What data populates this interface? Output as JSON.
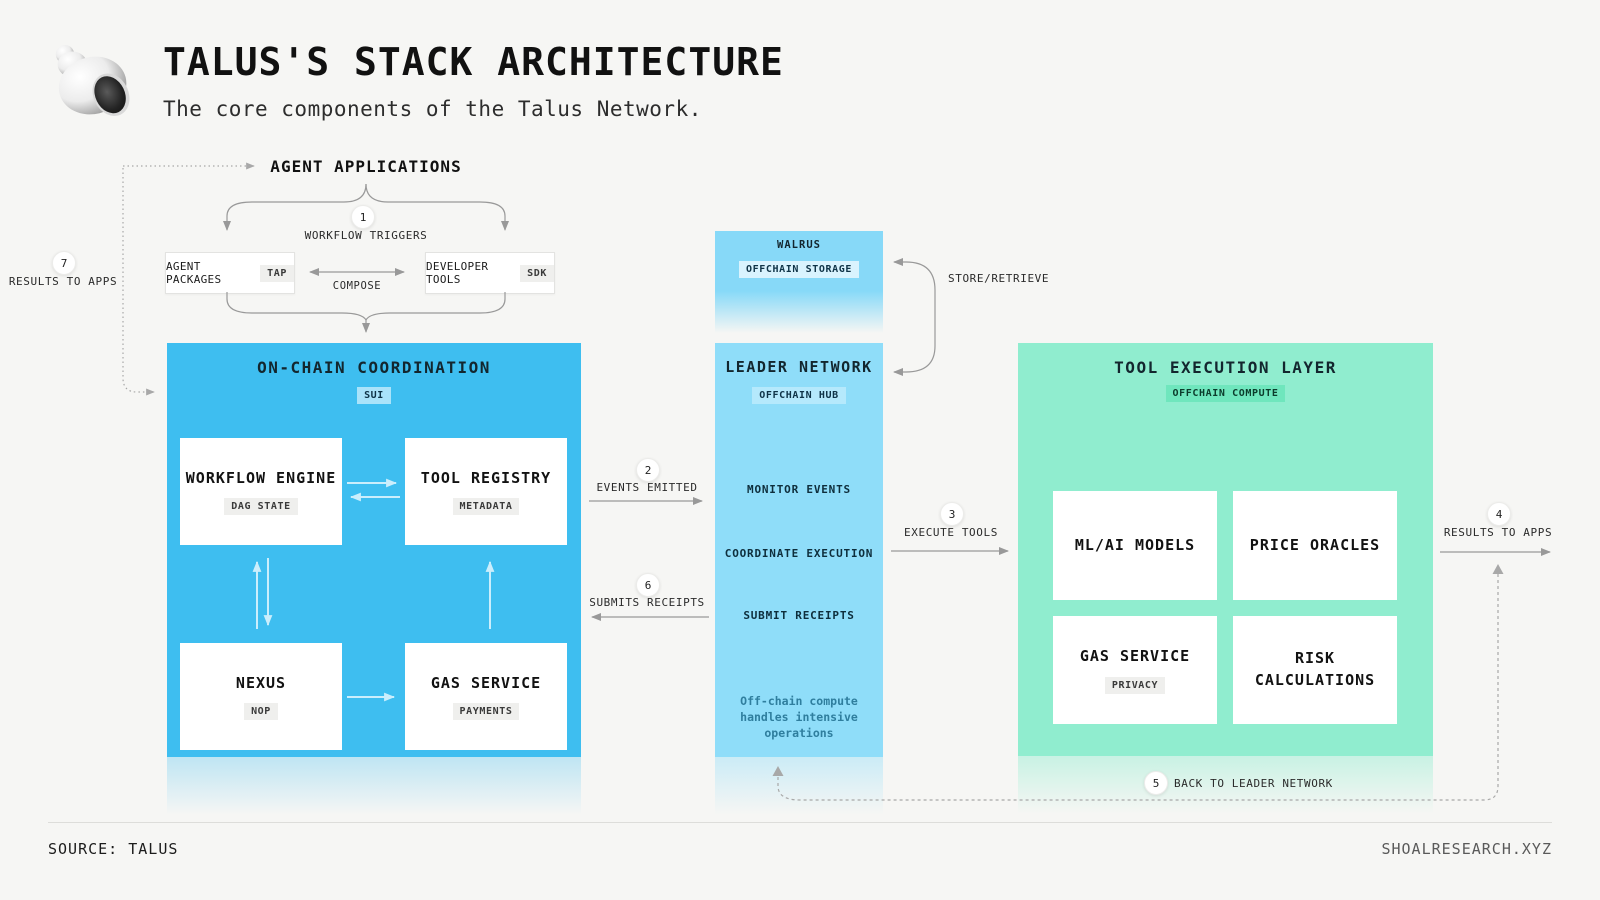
{
  "header": {
    "title": "TALUS'S STACK ARCHITECTURE",
    "subtitle": "The core components of the Talus Network."
  },
  "agent_flow": {
    "title": "AGENT APPLICATIONS",
    "packages": {
      "label": "AGENT PACKAGES",
      "badge": "TAP"
    },
    "dev_tools": {
      "label": "DEVELOPER TOOLS",
      "badge": "SDK"
    },
    "compose_label": "COMPOSE"
  },
  "onchain": {
    "title": "ON-CHAIN COORDINATION",
    "badge": "SUI",
    "workflow_engine": {
      "title": "WORKFLOW ENGINE",
      "badge": "DAG STATE"
    },
    "tool_registry": {
      "title": "TOOL REGISTRY",
      "badge": "METADATA"
    },
    "nexus": {
      "title": "NEXUS",
      "badge": "NOP"
    },
    "gas_service": {
      "title": "GAS SERVICE",
      "badge": "PAYMENTS"
    }
  },
  "walrus": {
    "title": "WALRUS",
    "badge": "OFFCHAIN STORAGE"
  },
  "leader": {
    "title": "LEADER NETWORK",
    "badge": "OFFCHAIN HUB",
    "items": [
      "MONITOR EVENTS",
      "COORDINATE EXECUTION",
      "SUBMIT RECEIPTS"
    ],
    "note_lines": [
      "Off-chain compute",
      "handles intensive",
      "operations"
    ]
  },
  "tool_layer": {
    "title": "TOOL EXECUTION LAYER",
    "badge": "OFFCHAIN COMPUTE",
    "boxes": [
      {
        "title": "ML/AI MODELS"
      },
      {
        "title": "PRICE ORACLES"
      },
      {
        "title": "GAS SERVICE",
        "badge": "PRIVACY"
      },
      {
        "title": "RISK CALCULATIONS"
      }
    ]
  },
  "connectors": {
    "store_retrieve": "STORE/RETRIEVE",
    "steps": [
      {
        "num": "1",
        "label": "WORKFLOW TRIGGERS"
      },
      {
        "num": "2",
        "label": "EVENTS EMITTED"
      },
      {
        "num": "3",
        "label": "EXECUTE TOOLS"
      },
      {
        "num": "4",
        "label": "RESULTS TO APPS"
      },
      {
        "num": "5",
        "label": "BACK TO LEADER NETWORK"
      },
      {
        "num": "6",
        "label": "SUBMITS RECEIPTS"
      },
      {
        "num": "7",
        "label": "RESULTS TO APPS"
      }
    ]
  },
  "footer": {
    "source": "SOURCE: TALUS",
    "site": "SHOALRESEARCH.XYZ"
  },
  "colors": {
    "background": "#f6f6f4",
    "onchain_blue": "#3ebef0",
    "leader_blue": "#8fddf9",
    "walrus_blue": "#87d9f8",
    "tool_green": "#90edcf",
    "badge_green": "#6fe6bd",
    "badge_blue": "#a9e3fa",
    "badge_gray": "#efefed",
    "arrow_gray": "#999999"
  }
}
